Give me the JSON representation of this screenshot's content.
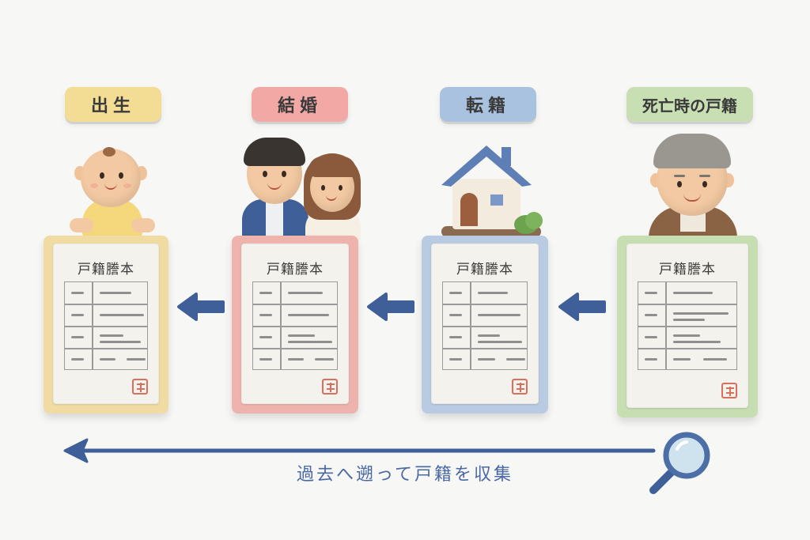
{
  "stages": [
    {
      "label": "出生",
      "color": "#f3dc93",
      "frame_color": "#f0dca2"
    },
    {
      "label": "結婚",
      "color": "#f2a9a6",
      "frame_color": "#efb3ae"
    },
    {
      "label": "転籍",
      "color": "#a9c2df",
      "frame_color": "#b8cbe2"
    },
    {
      "label": "死亡時の戸籍",
      "color": "#c8dfb3",
      "frame_color": "#c7ddb2"
    }
  ],
  "document_title": "戸籍謄本",
  "caption": "過去へ遡って戸籍を収集",
  "accent_color": "#3f5f98",
  "icons": [
    "baby",
    "couple",
    "house",
    "elderly-man",
    "arrow-left",
    "magnifying-glass-icon"
  ]
}
